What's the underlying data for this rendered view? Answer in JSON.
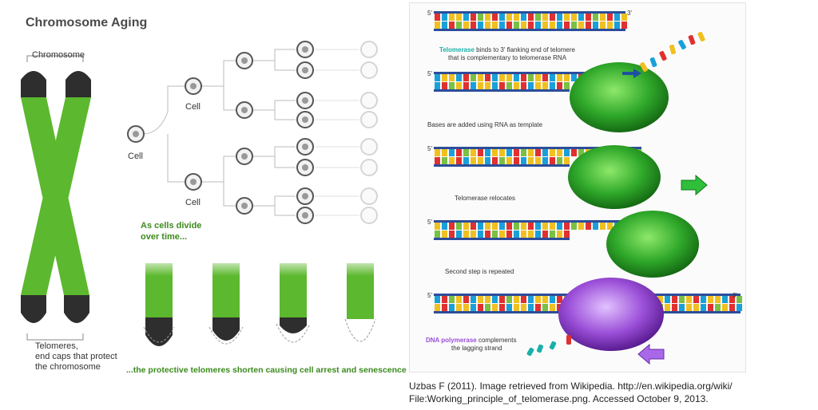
{
  "title": "Chromosome Aging",
  "chromosome": {
    "label": "Chromosome",
    "telomeres_caption": [
      "Telomeres,",
      "end caps that protect",
      "the chromosome"
    ]
  },
  "cell_division": {
    "cell_label": "Cell",
    "caption_lines": [
      "As cells divide",
      "over time..."
    ],
    "bottom_caption": "...the protective telomeres shorten causing cell arrest and senescence"
  },
  "telomerase": {
    "steps": [
      {
        "lead": "Telomerase",
        "rest": " binds to 3' flanking end of telomere",
        "line2": "that is complementary to telomerase RNA"
      },
      {
        "lead": "",
        "rest": "Bases are added using RNA as template",
        "line2": ""
      },
      {
        "lead": "",
        "rest": "Telomerase relocates",
        "line2": ""
      },
      {
        "lead": "",
        "rest": "Second step is repeated",
        "line2": ""
      },
      {
        "lead": "DNA polymerase",
        "rest": " complements",
        "line2": "the lagging strand"
      }
    ],
    "strand_marks": {
      "five_prime": "5'",
      "three_prime": "3'"
    }
  },
  "citation": [
    "Uzbas F (2011). Image retrieved from Wikipedia. http://en.wikipedia.org/wiki/",
    "File:Working_principle_of_telomerase.png. Accessed October 9, 2013."
  ],
  "colors": {
    "green": "#5cb82e",
    "cap": "#2e2e2e",
    "caption_green": "#3c8a1e",
    "enzyme_green": "#2fa82a",
    "polymerase_purple": "#9b4fd8",
    "link_teal": "#18b0a8"
  }
}
